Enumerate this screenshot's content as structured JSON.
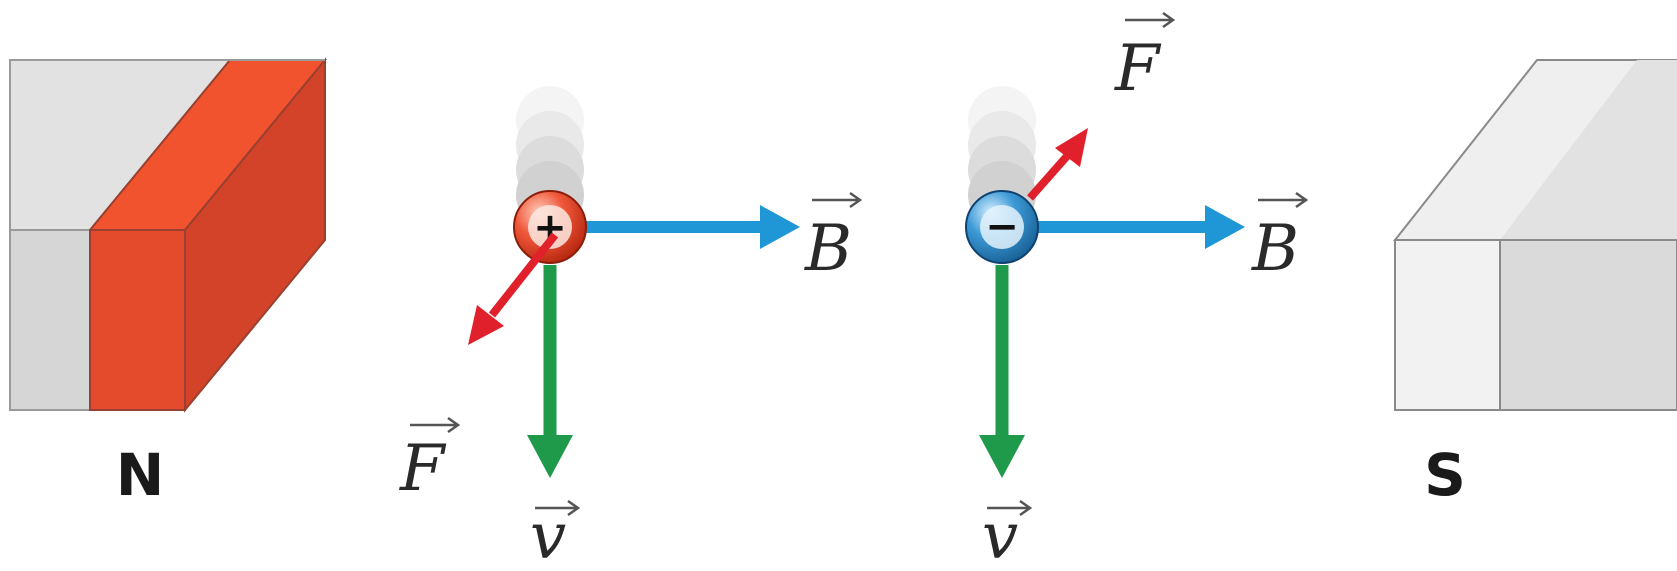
{
  "magnets": {
    "north": {
      "label": "N",
      "color": "#e8462c"
    },
    "south": {
      "label": "S",
      "color": "#e6e6e6"
    }
  },
  "charges": {
    "positive": {
      "sign": "+",
      "color": "#e8462c",
      "vectors": {
        "B": "B",
        "v": "v",
        "F": "F"
      }
    },
    "negative": {
      "sign": "−",
      "color": "#2a88c8",
      "vectors": {
        "B": "B",
        "v": "v",
        "F": "F"
      }
    }
  },
  "vector_colors": {
    "B": "#1f96d6",
    "v": "#1f9a4a",
    "F": "#e0202a"
  }
}
